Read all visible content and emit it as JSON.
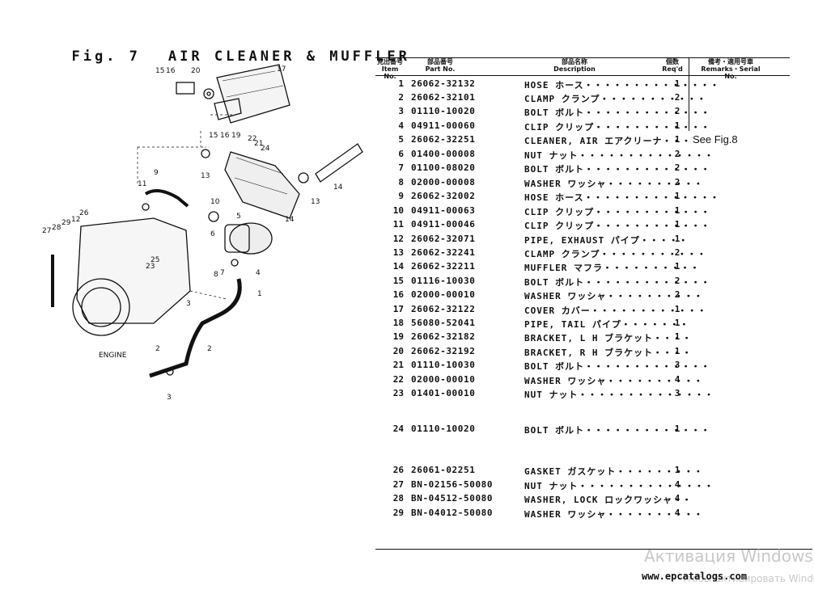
{
  "figure": {
    "number": "Fig. 7",
    "title": "AIR CLEANER & MUFFLER"
  },
  "table_header": {
    "item": [
      "見出番号",
      "Item No."
    ],
    "part": [
      "部品番号",
      "Part No."
    ],
    "desc": [
      "部品名称",
      "Description"
    ],
    "qty": [
      "個数",
      "Req'd"
    ],
    "remarks": [
      "備考・適用号車",
      "Remarks・Serial No."
    ]
  },
  "rows": [
    {
      "item": "1",
      "part": "26062-32132",
      "desc": "HOSE ホース・・・・・・・・・・・・・・",
      "qty": "1"
    },
    {
      "item": "2",
      "part": "26062-32101",
      "desc": "CLAMP クランプ・・・・・・・・・・・",
      "qty": "2"
    },
    {
      "item": "3",
      "part": "01110-10020",
      "desc": "BOLT ボルト・・・・・・・・・・・・・",
      "qty": "2"
    },
    {
      "item": "4",
      "part": "04911-00060",
      "desc": "CLIP クリップ・・・・・・・・・・・・",
      "qty": "1"
    },
    {
      "item": "5",
      "part": "26062-32251",
      "desc": "CLEANER, AIR エアクリーナ・・・",
      "qty": "1",
      "remark": "See Fig.8"
    },
    {
      "item": "6",
      "part": "01400-00008",
      "desc": "NUT ナット・・・・・・・・・・・・・・",
      "qty": "2"
    },
    {
      "item": "7",
      "part": "01100-08020",
      "desc": "BOLT ボルト・・・・・・・・・・・・・",
      "qty": "2"
    },
    {
      "item": "8",
      "part": "02000-00008",
      "desc": "WASHER ワッシャ・・・・・・・・・・",
      "qty": "2"
    },
    {
      "item": "9",
      "part": "26062-32002",
      "desc": "HOSE ホース・・・・・・・・・・・・・・",
      "qty": "1"
    },
    {
      "item": "10",
      "part": "04911-00063",
      "desc": "CLIP クリップ・・・・・・・・・・・・",
      "qty": "1"
    },
    {
      "item": "11",
      "part": "04911-00046",
      "desc": "CLIP クリップ・・・・・・・・・・・・",
      "qty": "1"
    },
    {
      "item": "12",
      "part": "26062-32071",
      "desc": "PIPE, EXHAUST パイプ・・・・・",
      "qty": "1"
    },
    {
      "item": "13",
      "part": "26062-32241",
      "desc": "CLAMP クランプ・・・・・・・・・・・",
      "qty": "2"
    },
    {
      "item": "14",
      "part": "26062-32211",
      "desc": "MUFFLER マフラ・・・・・・・・・・",
      "qty": "1"
    },
    {
      "item": "15",
      "part": "01116-10030",
      "desc": "BOLT ボルト・・・・・・・・・・・・・",
      "qty": "2"
    },
    {
      "item": "16",
      "part": "02000-00010",
      "desc": "WASHER ワッシャ・・・・・・・・・・",
      "qty": "2"
    },
    {
      "item": "17",
      "part": "26062-32122",
      "desc": "COVER カバー・・・・・・・・・・・・",
      "qty": "1"
    },
    {
      "item": "18",
      "part": "56080-52041",
      "desc": "PIPE, TAIL パイプ・・・・・・・",
      "qty": "1"
    },
    {
      "item": "19",
      "part": "26062-32182",
      "desc": "BRACKET, L H ブラケット・・・・",
      "qty": "1"
    },
    {
      "item": "20",
      "part": "26062-32192",
      "desc": "BRACKET, R H ブラケット・・・・",
      "qty": "1"
    },
    {
      "item": "21",
      "part": "01110-10030",
      "desc": "BOLT ボルト・・・・・・・・・・・・・",
      "qty": "3"
    },
    {
      "item": "22",
      "part": "02000-00010",
      "desc": "WASHER ワッシャ・・・・・・・・・・",
      "qty": "4"
    },
    {
      "item": "23",
      "part": "01401-00010",
      "desc": "NUT ナット・・・・・・・・・・・・・・",
      "qty": "3"
    },
    {
      "item": "24",
      "part": "01110-10020",
      "desc": "BOLT ボルト・・・・・・・・・・・・・",
      "qty": "1"
    },
    {
      "item": "26",
      "part": "26061-02251",
      "desc": "GASKET ガスケット・・・・・・・・・",
      "qty": "1"
    },
    {
      "item": "27",
      "part": "BN-02156-50080",
      "desc": "NUT ナット・・・・・・・・・・・・・・",
      "qty": "4"
    },
    {
      "item": "28",
      "part": "BN-04512-50080",
      "desc": "WASHER, LOCK ロックワッシャ・・",
      "qty": "4"
    },
    {
      "item": "29",
      "part": "BN-04012-50080",
      "desc": "WASHER ワッシャ・・・・・・・・・・",
      "qty": "4"
    }
  ],
  "diagram_labels": [
    "1",
    "2",
    "2",
    "3",
    "3",
    "4",
    "5",
    "6",
    "7",
    "8",
    "9",
    "10",
    "11",
    "12",
    "13",
    "13",
    "14",
    "15",
    "16",
    "15",
    "16",
    "19",
    "17",
    "20",
    "21",
    "22",
    "23",
    "24",
    "25",
    "26",
    "27",
    "28",
    "29",
    "ENGINE"
  ],
  "watermark": {
    "line1": "Активация Windows",
    "line2": "Чтобы активировать Windows"
  },
  "site": "www.epcatalogs.com"
}
